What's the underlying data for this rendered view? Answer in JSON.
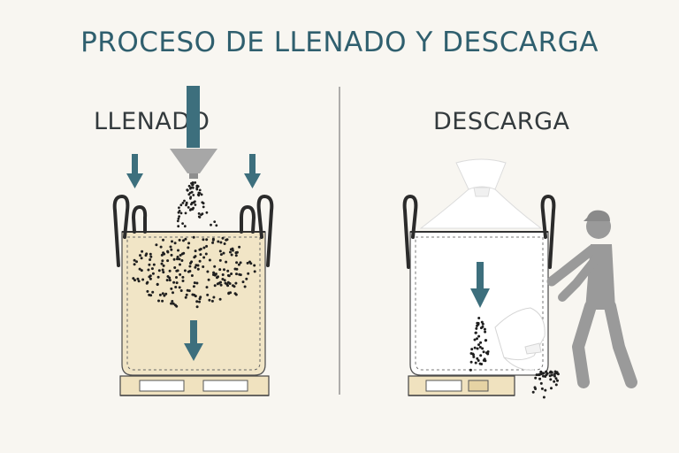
{
  "title": "PROCESO DE LLENADO Y DESCARGA",
  "panels": {
    "filling": {
      "label": "LLENADO"
    },
    "discharge": {
      "label": "DESCARGA"
    }
  },
  "colors": {
    "background": "#f8f6f1",
    "accent_teal": "#3d6f7d",
    "title": "#2f5f6e",
    "bag_fill": "#f1e5c6",
    "bag_empty": "#ffffff",
    "pallet": "#f0e2bf",
    "person": "#9a9a9a",
    "granules": "#1f1f1f"
  },
  "icons": [
    "down-arrow-icon",
    "funnel-icon",
    "person-icon",
    "pallet-icon",
    "lifting-loop-icon"
  ]
}
